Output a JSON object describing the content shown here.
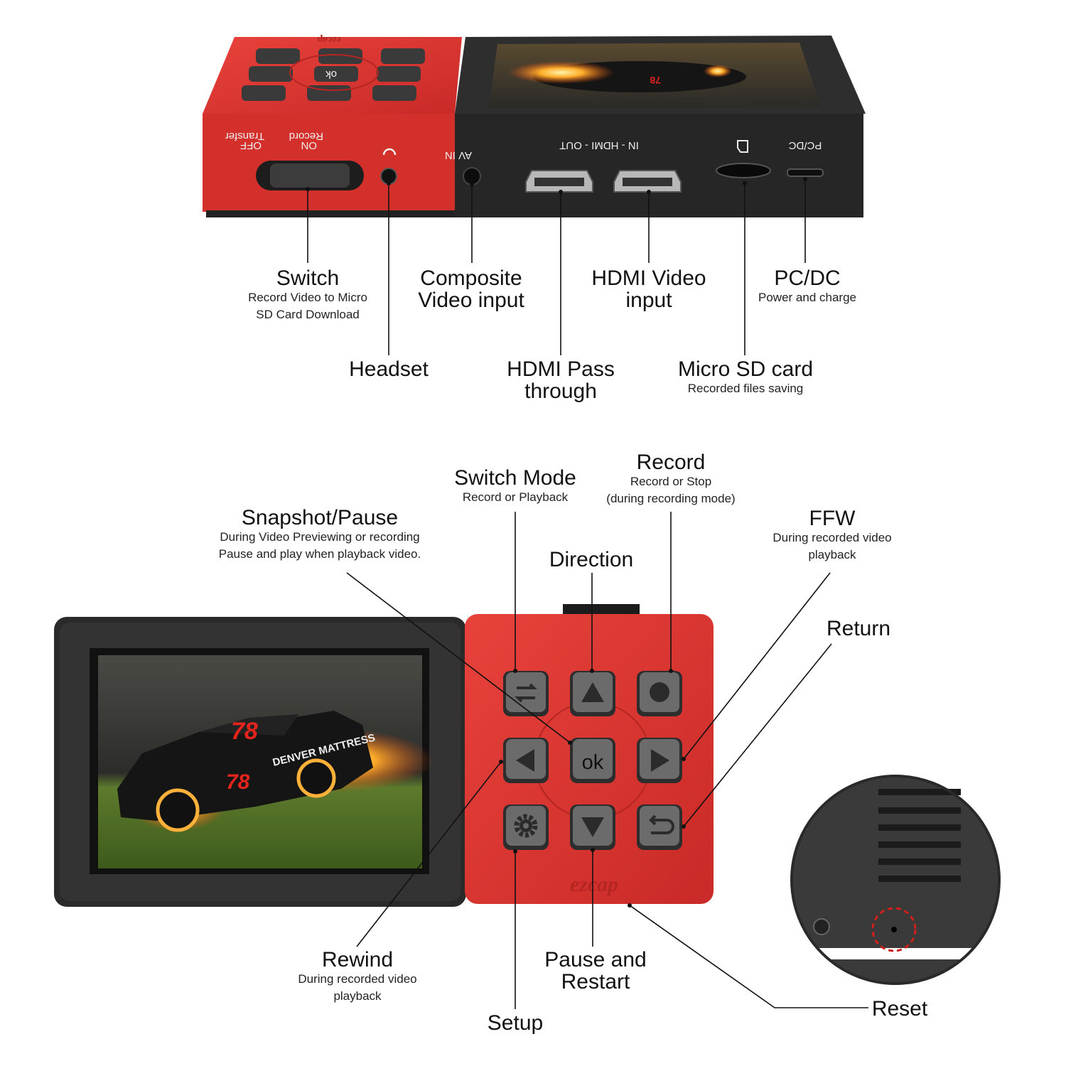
{
  "top_device": {
    "brand": "ezcap",
    "switch_marks": {
      "off": "OFF",
      "transfer": "Transfer",
      "on": "ON",
      "record": "Record"
    },
    "port_marks": {
      "av_in": "AV IN",
      "hdmi": "IN - HDMI - OUT",
      "pcdc": "PC/DC"
    }
  },
  "top_labels": {
    "switch": {
      "title": "Switch",
      "desc_1": "Record Video to Micro",
      "desc_2": "SD Card Download"
    },
    "headset": {
      "title": "Headset"
    },
    "composite": {
      "title_1": "Composite",
      "title_2": "Video input"
    },
    "hdmi_pass": {
      "title_1": "HDMI Pass",
      "title_2": "through"
    },
    "hdmi_input": {
      "title_1": "HDMI Video",
      "title_2": "input"
    },
    "microsd": {
      "title": "Micro SD card",
      "desc": "Recorded files saving"
    },
    "pcdc": {
      "title": "PC/DC",
      "desc": "Power and charge"
    }
  },
  "bottom_device": {
    "ok_label": "ok",
    "brand": "ezcap",
    "screen_car": {
      "number": "78",
      "sponsor": "DENVER MATTRESS"
    }
  },
  "bottom_labels": {
    "switch_mode": {
      "title": "Switch Mode",
      "desc": "Record or Playback"
    },
    "record": {
      "title": "Record",
      "desc_1": "Record or Stop",
      "desc_2": "(during recording mode)"
    },
    "snapshot": {
      "title": "Snapshot/Pause",
      "desc_1": "During Video Previewing or recording",
      "desc_2": "Pause and play when playback video."
    },
    "direction": {
      "title": "Direction"
    },
    "ffw": {
      "title": "FFW",
      "desc_1": "During recorded video",
      "desc_2": "playback"
    },
    "return": {
      "title": "Return"
    },
    "rewind": {
      "title": "Rewind",
      "desc_1": "During recorded video",
      "desc_2": "playback"
    },
    "pause_restart": {
      "title_1": "Pause and",
      "title_2": "Restart"
    },
    "setup": {
      "title": "Setup"
    },
    "reset": {
      "title": "Reset"
    }
  },
  "colors": {
    "device_red": "#d8322e",
    "device_black": "#2a2a2a",
    "button_gray": "#6b6b6b",
    "reset_marker": "#d0201b"
  }
}
